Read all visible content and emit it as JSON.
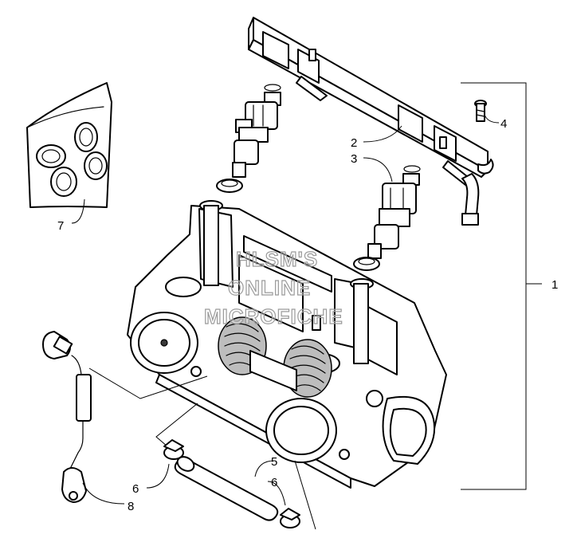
{
  "callouts": {
    "c1": "1",
    "c2": "2",
    "c3": "3",
    "c4": "4",
    "c5": "5",
    "c6a": "6",
    "c6b": "6",
    "c7": "7",
    "c8": "8"
  },
  "watermark": {
    "line1": "HLSM'S",
    "line2": "ONLINE",
    "line3": "MICROFICHE"
  }
}
